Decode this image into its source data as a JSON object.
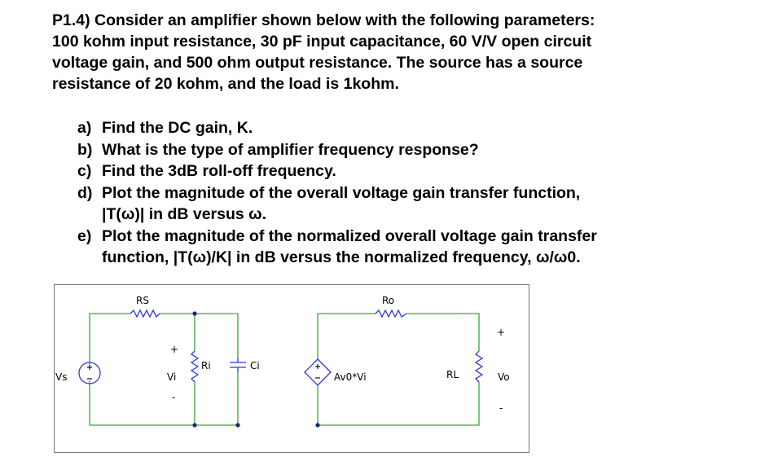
{
  "problem": {
    "intro_lines": [
      "P1.4) Consider an amplifier shown below with the following parameters:",
      "100 kohm input resistance, 30 pF input capacitance, 60 V/V open circuit",
      "voltage gain, and 500 ohm output resistance.  The source has a source",
      "resistance of 20 kohm, and the load is 1kohm."
    ],
    "parts": [
      {
        "label": "a)",
        "lines": [
          "Find the DC gain, K."
        ]
      },
      {
        "label": "b)",
        "lines": [
          "What is the type of amplifier frequency response?"
        ]
      },
      {
        "label": "c)",
        "lines": [
          "Find the 3dB roll-off frequency."
        ]
      },
      {
        "label": "d)",
        "lines": [
          "Plot the magnitude of the overall voltage gain transfer function,",
          "|T(ω)| in dB versus ω."
        ]
      },
      {
        "label": "e)",
        "lines": [
          "Plot the magnitude of the normalized overall voltage gain transfer",
          "function, |T(ω)/K| in dB versus the normalized frequency, ω/ω0."
        ]
      }
    ]
  },
  "circuit": {
    "labels": {
      "rs": "RS",
      "ro": "Ro",
      "vs": "Vs",
      "vi": "Vi",
      "ri": "Ri",
      "ci": "Ci",
      "dep_source": "Av0*Vi",
      "rl": "RL",
      "vo": "Vo",
      "plus": "+",
      "minus": "-"
    },
    "colors": {
      "wire": "#33aa33",
      "component": "#3333dd",
      "node": "#1a237e",
      "frame": "#777777"
    }
  }
}
